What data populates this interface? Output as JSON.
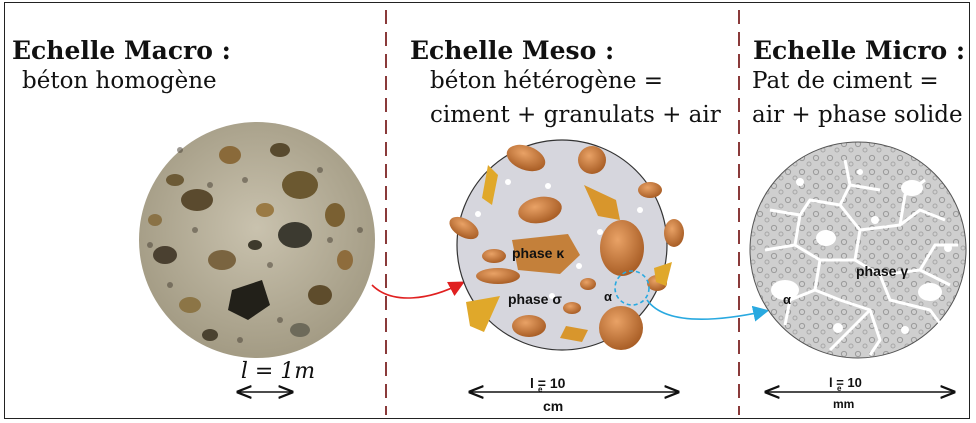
{
  "macro": {
    "title": "Echelle Macro :",
    "line1": "béton homogène",
    "scale": "l = 1m"
  },
  "meso": {
    "title": "Echelle Meso :",
    "line1": "béton hétérogène =",
    "line2": "ciment + granulats + air",
    "label_kappa": "phase κ",
    "label_sigma": "phase σ",
    "label_alpha": "α",
    "scale_value": "l  = 10",
    "scale_sub": "e",
    "scale_unit": "cm"
  },
  "micro": {
    "title": "Echelle Micro :",
    "line1": "Pat de ciment =",
    "line2": "air + phase solide",
    "label_gamma": "phase γ",
    "label_alpha": "α",
    "scale_value": "l  = 10",
    "scale_sub": "e",
    "scale_unit": "mm"
  },
  "colors": {
    "divider": "#8a3a3a",
    "red_arrow": "#e02020",
    "blue_arrow": "#29a9e0",
    "aggregate": "#c4803a",
    "yellow_aggregate": "#e0a82a"
  }
}
